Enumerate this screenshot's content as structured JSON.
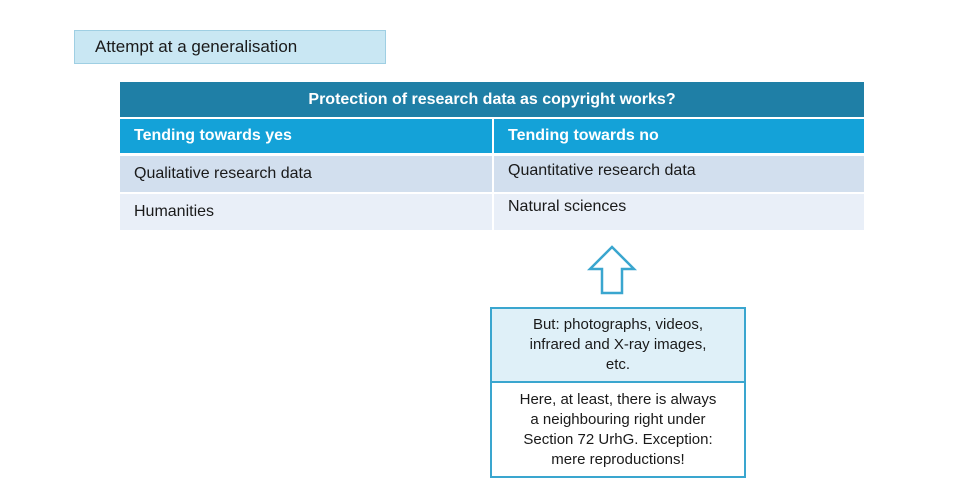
{
  "title_label": "Attempt at a generalisation",
  "table": {
    "header": "Protection of research data as copyright works?",
    "columns": [
      "Tending towards yes",
      "Tending towards no"
    ],
    "rows": [
      [
        "Qualitative research data",
        "Quantitative research data"
      ],
      [
        "Humanities",
        "Natural sciences"
      ]
    ]
  },
  "note": {
    "top_lines": [
      "But: photographs, videos,",
      "infrared and X-ray images,",
      "etc."
    ],
    "bottom_lines": [
      "Here, at least, there is always",
      "a neighbouring right under",
      "Section 72 UrhG. Exception:",
      "mere reproductions!"
    ]
  },
  "colors": {
    "title_bg": "#c9e7f3",
    "header_bg": "#1f7fa6",
    "subheader_bg": "#14a2d8",
    "row1_bg": "#d2dfee",
    "row2_bg": "#e9eff8",
    "note_border": "#3aa6cf",
    "note_top_bg": "#dff0f8"
  },
  "icons": {
    "arrow": "up-arrow-icon"
  }
}
